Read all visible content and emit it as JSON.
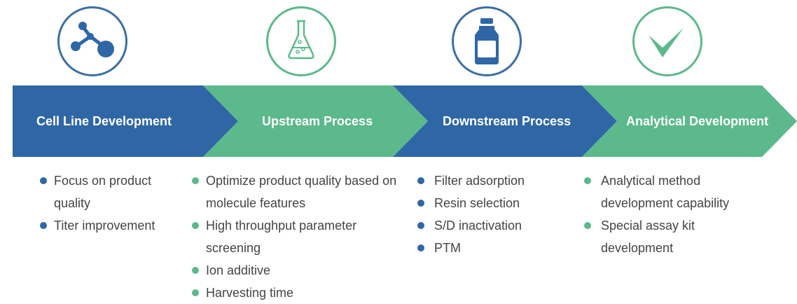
{
  "colors": {
    "blue": "#2f67a6",
    "green": "#5bb98c",
    "text": "#444444"
  },
  "stages": [
    {
      "title": "Cell Line Development",
      "icon": "molecule-icon",
      "bullets": [
        "Focus on product quality",
        "Titer improvement"
      ]
    },
    {
      "title": "Upstream Process",
      "icon": "flask-icon",
      "bullets": [
        "Optimize product quality based on molecule features",
        "High throughput parameter screening",
        "Ion additive",
        "Harvesting time"
      ]
    },
    {
      "title": "Downstream Process",
      "icon": "bottle-icon",
      "bullets": [
        "Filter adsorption",
        "Resin selection",
        "S/D inactivation",
        "PTM"
      ]
    },
    {
      "title": "Analytical Development",
      "icon": "checkmark-icon",
      "bullets": [
        "Analytical method development capability",
        "Special assay kit development"
      ]
    }
  ]
}
